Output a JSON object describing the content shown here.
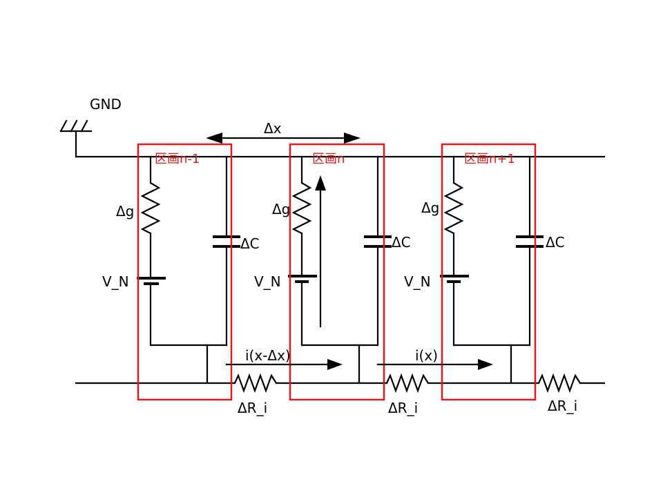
{
  "labels": {
    "gnd": "GND",
    "dx": "Δx",
    "section_prev": "区画n-1",
    "section_curr": "区画n",
    "section_next": "区画n+1",
    "conductance": "Δg",
    "capacitance": "ΔC",
    "voltage": "V_N",
    "current_prev": "i(x-Δx)",
    "current_curr": "i(x)",
    "resistance": "ΔR_i"
  },
  "colors": {
    "wire": "#000000",
    "section_box": "#e01919"
  }
}
